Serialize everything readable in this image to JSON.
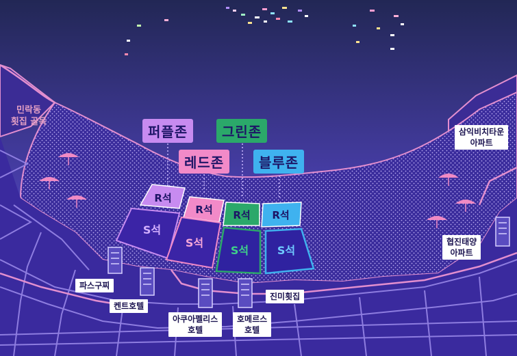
{
  "zones": {
    "purple": {
      "label": "퍼플존",
      "color": "#c78bf0"
    },
    "red": {
      "label": "레드존",
      "color": "#f28ac8"
    },
    "green": {
      "label": "그린존",
      "color": "#2ba86a"
    },
    "blue": {
      "label": "블루존",
      "color": "#3fb2ef"
    }
  },
  "seats": {
    "r": "R석",
    "s": "S석"
  },
  "areas": {
    "minrak": {
      "line1": "민락동",
      "line2": "횟집 골목"
    }
  },
  "buildings": {
    "samik": {
      "line1": "삼익비치타운",
      "line2": "아파트"
    },
    "hyeopjin": {
      "line1": "협진태양",
      "line2": "아파트"
    },
    "pasta": {
      "line1": "파스구찌"
    },
    "kent": {
      "line1": "켄트호텔"
    },
    "aqua": {
      "line1": "아쿠아펠리스",
      "line2": "호텔"
    },
    "homers": {
      "line1": "호메르스",
      "line2": "호텔"
    },
    "jinmi": {
      "line1": "진미횟집"
    }
  },
  "colors": {
    "sky_top": "#232a5c",
    "sky_bottom": "#5a49c9",
    "beach": "#3a2c9c",
    "road_line": "#8e7de0",
    "coast_line": "#e38fcf"
  }
}
